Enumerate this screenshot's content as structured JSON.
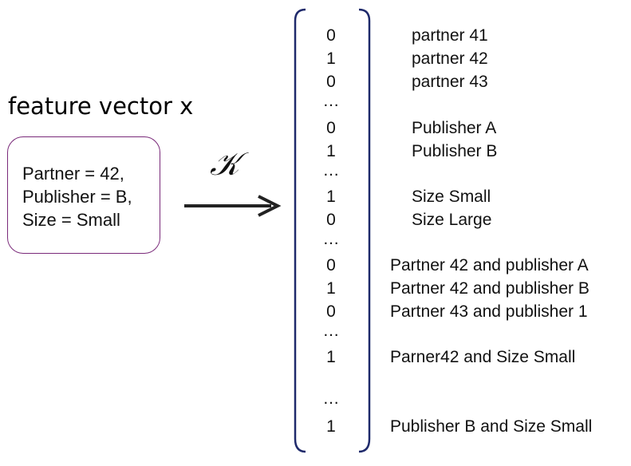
{
  "title": "feature vector x",
  "feature_box": {
    "lines": [
      "Partner = 42,",
      "Publisher = B,",
      "Size = Small"
    ]
  },
  "kernel_symbol": "𝒦",
  "ellipsis": "…",
  "vector_rows": [
    {
      "kind": "value",
      "value": "0",
      "label": "partner 41"
    },
    {
      "kind": "value",
      "value": "1",
      "label": "partner 42"
    },
    {
      "kind": "value",
      "value": "0",
      "label": "partner 43"
    },
    {
      "kind": "ellipsis"
    },
    {
      "kind": "value",
      "value": "0",
      "label": "Publisher A"
    },
    {
      "kind": "value",
      "value": "1",
      "label": "Publisher B"
    },
    {
      "kind": "ellipsis"
    },
    {
      "kind": "value",
      "value": "1",
      "label": "Size Small"
    },
    {
      "kind": "value",
      "value": "0",
      "label": "Size Large"
    },
    {
      "kind": "ellipsis"
    },
    {
      "kind": "value",
      "value": "0",
      "label": "Partner 42 and publisher A"
    },
    {
      "kind": "value",
      "value": "1",
      "label": "Partner 42 and publisher B"
    },
    {
      "kind": "value",
      "value": "0",
      "label": "Partner 43 and publisher 1"
    },
    {
      "kind": "ellipsis"
    },
    {
      "kind": "value",
      "value": "1",
      "label": "Parner42 and Size Small"
    },
    {
      "kind": "ellipsis"
    },
    {
      "kind": "value",
      "value": "1",
      "label": "Publisher B and Size Small"
    }
  ],
  "colors": {
    "box_border": "#7a2a7a",
    "bracket": "#1f2a6b",
    "arrow": "#222222"
  }
}
